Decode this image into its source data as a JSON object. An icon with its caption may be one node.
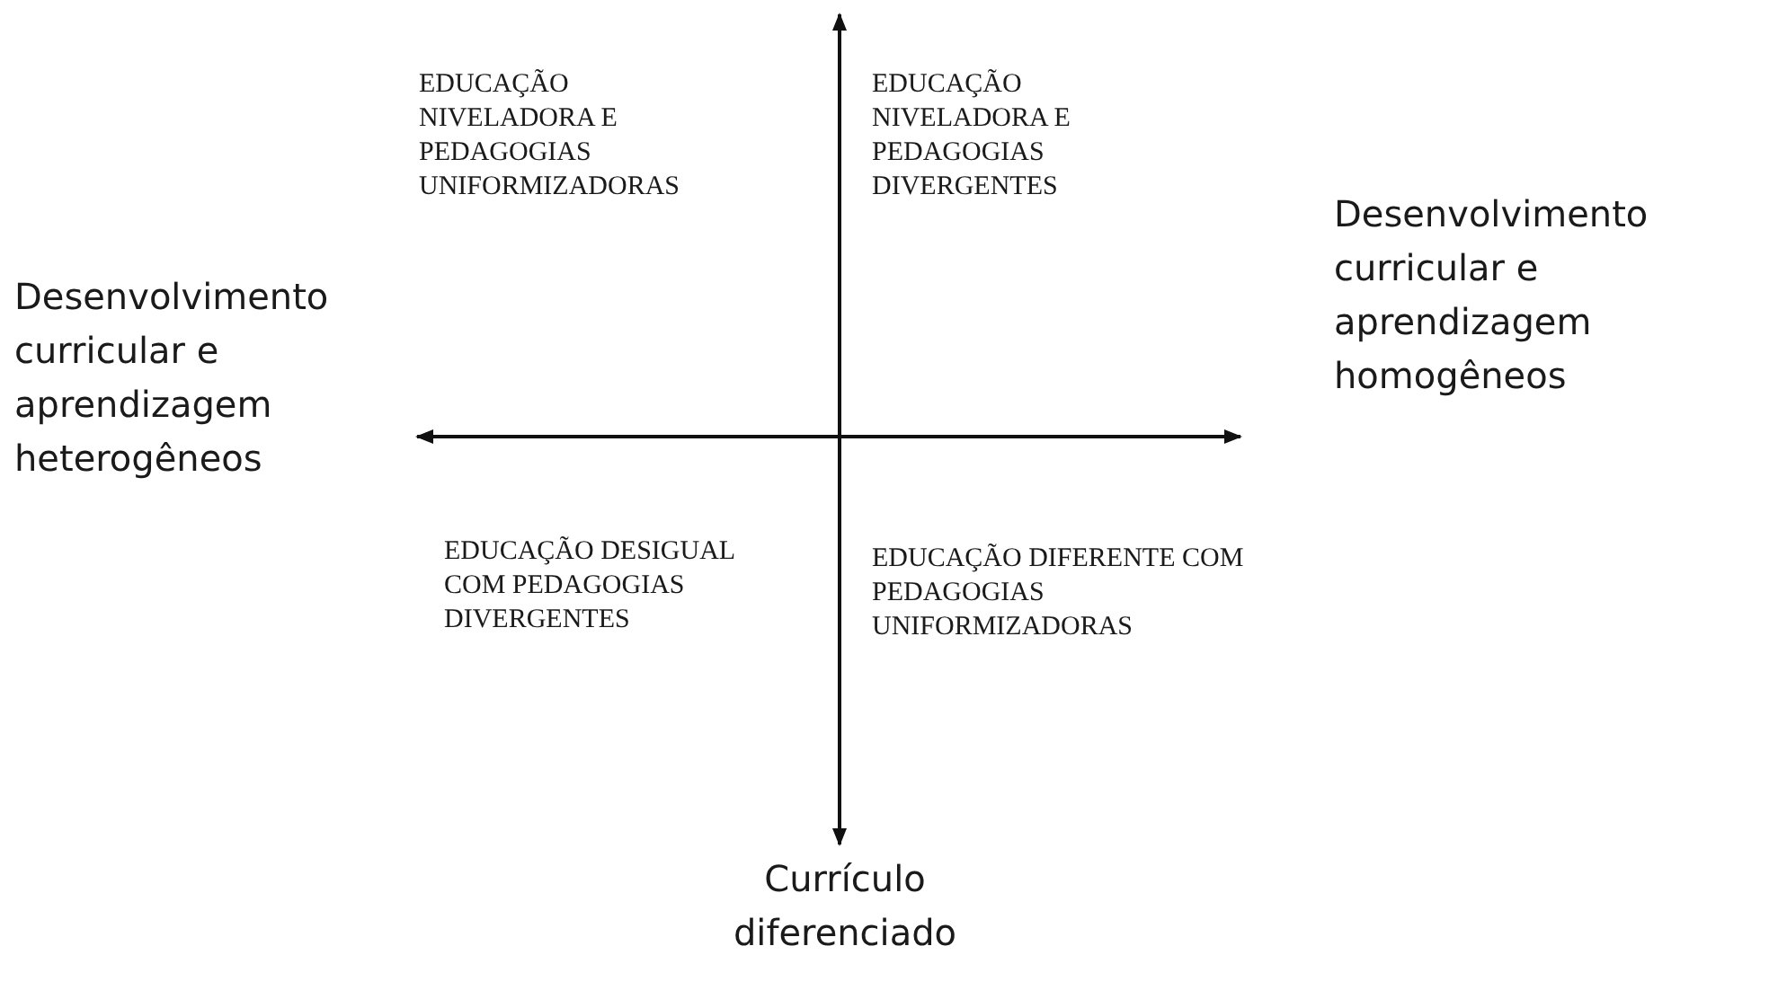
{
  "diagram": {
    "labels": [
      "EDUCAÇÃO NIVELADORA E PEDAGOGIAS UNIFORMIZADORAS",
      "EDUCAÇÃO NIVELADORA E PEDAGOGIAS DIVERGENTES",
      "Desenvolvimento curricular e aprendizagem heterogêneos",
      "Desenvolvimento curricular e aprendizagem homogêneos",
      "EDUCAÇÃO DESIGUAL COM PEDAGOGIAS DIVERGENTES",
      "EDUCAÇÃO DIFERENTE COM PEDAGOGIAS UNIFORMIZADORAS",
      "Currículo diferenciado"
    ]
  }
}
